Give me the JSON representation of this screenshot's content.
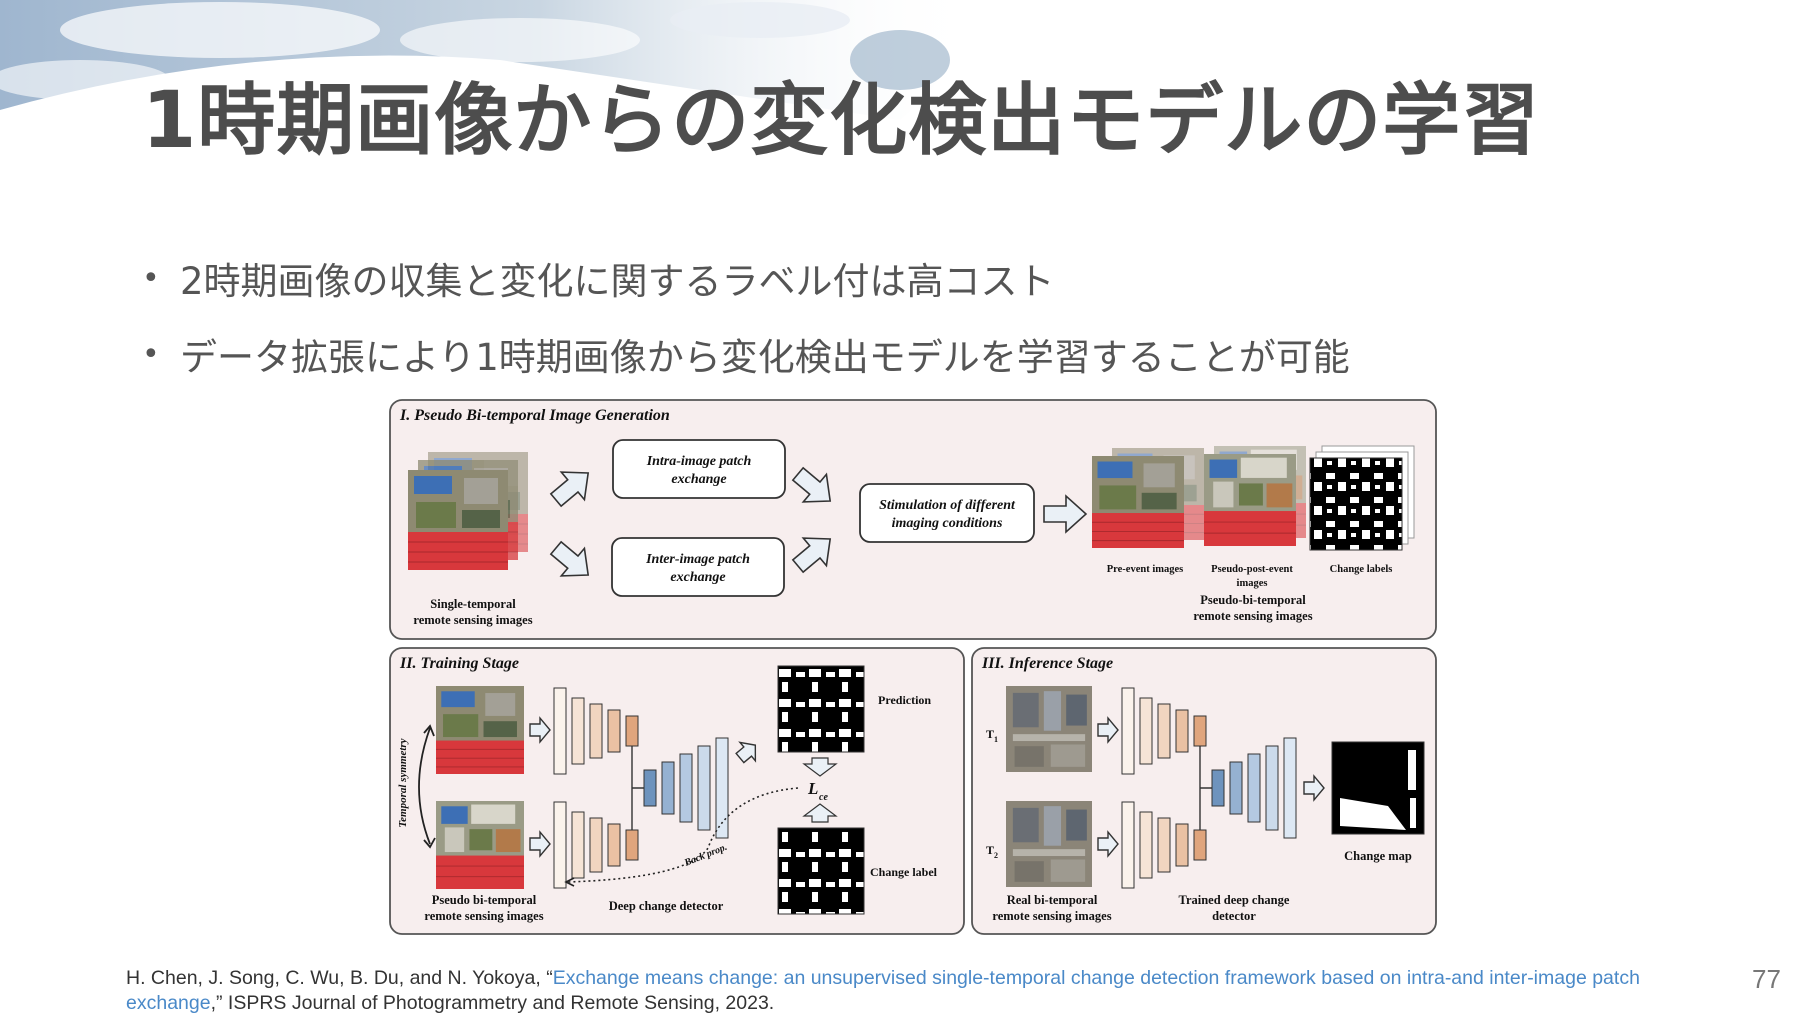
{
  "slide": {
    "title": "1時期画像からの変化検出モデルの学習",
    "bullets": [
      "2時期画像の収集と変化に関するラベル付は高コスト",
      "データ拡張により1時期画像から変化検出モデルを学習することが可能"
    ],
    "page_number": "77"
  },
  "figure": {
    "panel1": {
      "title": "I. Pseudo Bi-temporal Image Generation",
      "intra_box": [
        "Intra-image patch",
        "exchange"
      ],
      "inter_box": [
        "Inter-image patch",
        "exchange"
      ],
      "stim_box": [
        "Stimulation of different",
        "imaging conditions"
      ],
      "single_caption": [
        "Single-temporal",
        "remote sensing images"
      ],
      "pre_event": "Pre-event images",
      "pseudo_post": [
        "Pseudo-post-event",
        "images"
      ],
      "change_labels": "Change labels",
      "pseudo_bi_caption": [
        "Pseudo-bi-temporal",
        "remote sensing images"
      ]
    },
    "panel2": {
      "title": "II. Training Stage",
      "temporal_symmetry": "Temporal symmetry",
      "prediction": "Prediction",
      "loss_main": "L",
      "loss_sub": "ce",
      "back_prop": "Back prop.",
      "change_label": "Change label",
      "pseudo_caption": [
        "Pseudo bi-temporal",
        "remote sensing images"
      ],
      "detector_caption": "Deep change detector"
    },
    "panel3": {
      "title": "III. Inference Stage",
      "t1_main": "T",
      "t1_sub": "1",
      "t2_main": "T",
      "t2_sub": "2",
      "change_map": "Change map",
      "real_caption": [
        "Real bi-temporal",
        "remote sensing images"
      ],
      "trained_caption": [
        "Trained deep change",
        "detector"
      ]
    },
    "colors": {
      "panel_bg": "#f7eeee",
      "encoder_light": "#f9eee6",
      "encoder_mid": "#f1d5c0",
      "encoder_dark": "#e0a57d",
      "decoder_dark": "#6e93bd",
      "decoder_light": "#dde8f4",
      "roof_red": "#d8383c"
    }
  },
  "reference": {
    "prefix": "H. Chen, J. Song, C. Wu, B. Du, and N. Yokoya, “",
    "link": "Exchange means change: an unsupervised single-temporal change detection framework based on intra-and inter-image patch exchange",
    "suffix": ",” ISPRS Journal of Photogrammetry and Remote Sensing, 2023."
  }
}
